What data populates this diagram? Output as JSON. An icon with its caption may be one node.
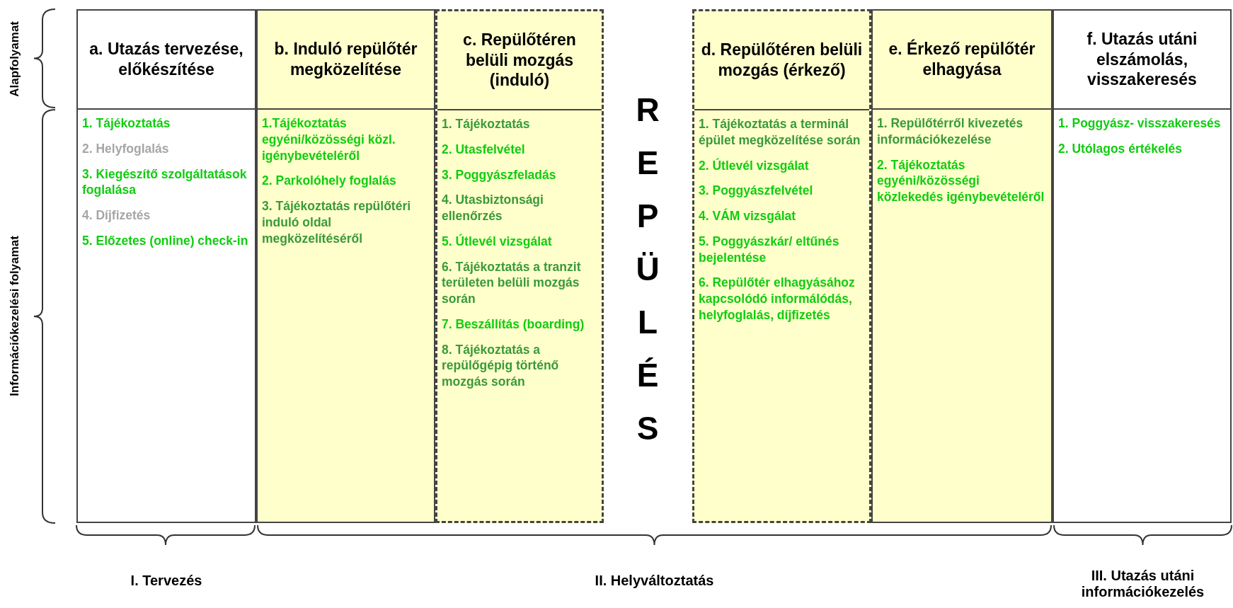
{
  "diagram": {
    "nodes": [
      {
        "text": [
          "a. Utazás tervezése, előkészítése",
          "1. Tájékoztatás",
          "2. Helyfoglalás",
          "3. Kiegészítő szolgáltatások foglalása",
          "4. Díjfizetés",
          "5. Előzetes (online) check-in"
        ]
      },
      {
        "text": [
          "b. Induló repülőtér megközelítése",
          "1.Tájékoztatás egyéni/közösségi közl. igénybevételéről",
          "2. Parkolóhely foglalás",
          "3. Tájékoztatás repülőtéri induló oldal megközelítéséről"
        ]
      },
      {
        "text": [
          "c. Repülőtéren belüli mozgás (induló)",
          "1. Tájékoztatás",
          "2. Utasfelvétel",
          "3. Poggyászfeladás",
          "4. Utasbiztonsági ellenőrzés",
          "5. Útlevél vizsgálat",
          "6. Tájékoztatás a tranzit területen belüli mozgás során",
          "7. Beszállítás (boarding)",
          "8. Tájékoztatás a repülőgépig történő mozgás során"
        ]
      },
      {
        "text": [
          "d. Repülőtéren belüli mozgás (érkező)",
          "1. Tájékoztatás a terminál épület megközelítése során",
          "2. Útlevél vizsgálat",
          "3. Poggyászfelvétel",
          "4. VÁM vizsgálat",
          "5. Poggyászkár/ eltűnés bejelentése",
          "6. Repülőtér elhagyásához kapcsolódó informálódás, helyfoglalás, díjfizetés"
        ]
      },
      {
        "text": [
          "e. Érkező repülőtér elhagyása",
          "1. Repülőtérről kivezetés információkezelése",
          "2. Tájékoztatás egyéni/közösségi közlekedés igénybevételéről"
        ]
      },
      {
        "text": [
          "f. Utazás utáni elszámolás, visszakeresés",
          "1. Poggyász- visszakeresés",
          "2. Utólagos értékelés"
        ]
      }
    ],
    "labels": [
      "Alapfolyamat",
      "Információkezelési folyamat",
      "REPÜLÉS",
      "I. Tervezés",
      "II. Helyváltoztatás",
      "III. Utazás utáni információkezelés"
    ]
  }
}
